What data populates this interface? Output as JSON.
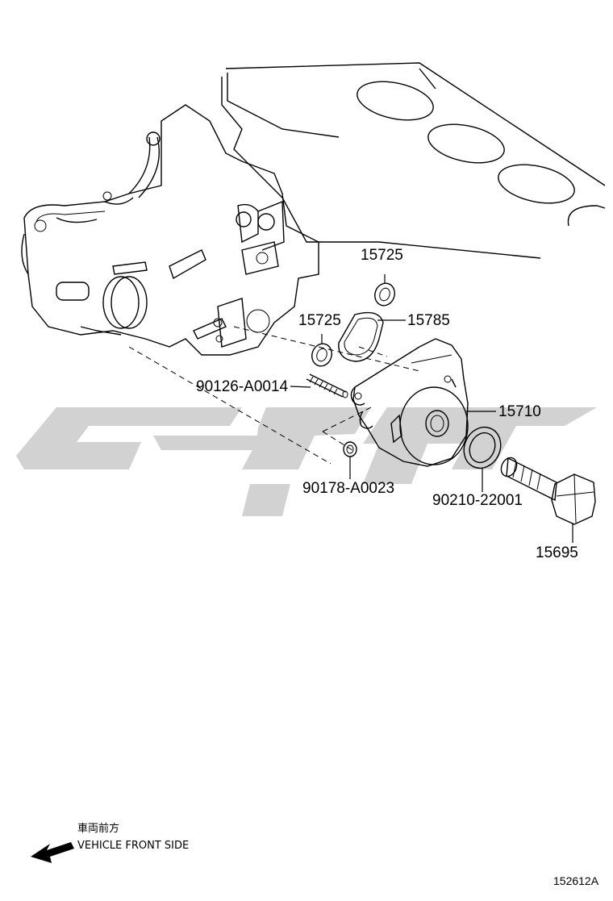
{
  "parts": [
    {
      "id": "p1",
      "number": "15725"
    },
    {
      "id": "p2",
      "number": "15725"
    },
    {
      "id": "p3",
      "number": "15785"
    },
    {
      "id": "p4",
      "number": "90126-A0014"
    },
    {
      "id": "p5",
      "number": "15710"
    },
    {
      "id": "p6",
      "number": "90178-A0023"
    },
    {
      "id": "p7",
      "number": "90210-22001"
    },
    {
      "id": "p8",
      "number": "15695"
    }
  ],
  "legend": {
    "japanese": "車両前方",
    "english": "VEHICLE FRONT SIDE",
    "arrow_icon": "arrow-left-icon"
  },
  "illustration_code": "152612A",
  "colors": {
    "line": "#000000",
    "watermark": "#d2d2d2",
    "background": "#ffffff"
  }
}
